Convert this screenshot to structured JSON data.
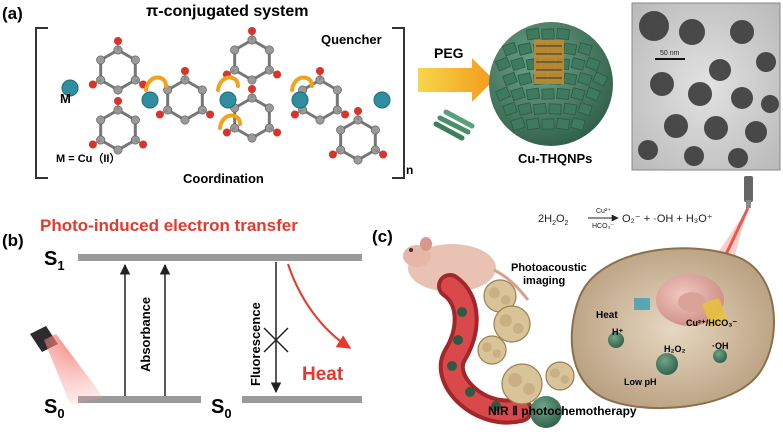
{
  "panels": {
    "a": {
      "label": "(a)",
      "title": "π-conjugated system",
      "metal_label": "M",
      "quencher_label": "Quencher",
      "metal_def": "M = Cu（II）",
      "coordination_label": "Coordination",
      "subscript_n": "n",
      "peg_label": "PEG",
      "nanoparticle_label": "Cu-THQNPs",
      "tem_scale": "50 nm",
      "colors": {
        "metal": "#2f8fa0",
        "quencher": "#f3a21b",
        "peg": "#4a8f6a",
        "arrow": "#f3b21b"
      }
    },
    "b": {
      "label": "(b)",
      "title": "Photo-induced electron transfer",
      "s1": "S",
      "s1_sub": "1",
      "s0_left": "S",
      "s0_left_sub": "0",
      "s0_right": "S",
      "s0_right_sub": "0",
      "absorbance": "Absorbance",
      "fluorescence": "Fluorescence",
      "heat": "Heat",
      "colors": {
        "accent": "#e8382e",
        "level": "#9a9a9a"
      }
    },
    "c": {
      "label": "(c)",
      "equation": {
        "lhs": "2H",
        "lhs_sub": "2",
        "lhs2": "O",
        "lhs2_sub": "2",
        "catalyst_top": "Cu²⁺",
        "catalyst_bottom": "HCO₃⁻",
        "rhs": "O₂⁻ + ·OH + H₃O⁺"
      },
      "photoacoustic": "Photoacoustic",
      "imaging": "imaging",
      "heat": "Heat",
      "hplus": "H⁺",
      "cu_hco3": "Cu²⁺/HCO₃⁻",
      "oh": "·OH",
      "h2o2": "H₂O₂",
      "low_ph": "Low pH",
      "therapy": "NIR Ⅱ photochemotherapy"
    }
  }
}
